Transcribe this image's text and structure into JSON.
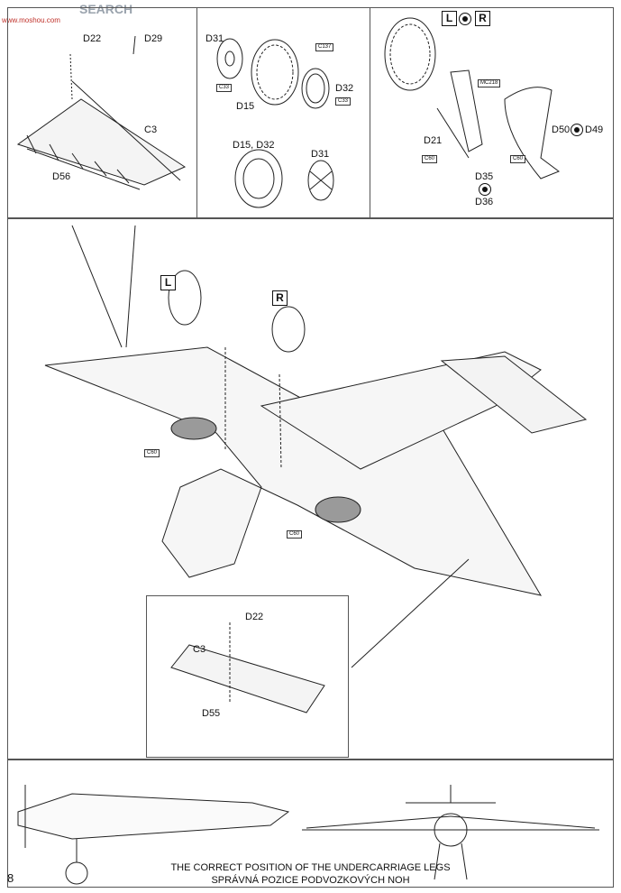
{
  "watermark": {
    "brand": "SEARCH",
    "site": "www.moshou.com"
  },
  "top_left_panel": {
    "parts": [
      "D22",
      "D29",
      "C3",
      "D56"
    ]
  },
  "top_middle_panel": {
    "parts": [
      "D31",
      "D15",
      "D32",
      "D15, D32",
      "D31"
    ],
    "small_labels": [
      "C137",
      "C33",
      "C33"
    ]
  },
  "top_right_panel": {
    "side_left": "L",
    "side_right": "R",
    "parts": [
      "D21",
      "D50",
      "D49",
      "D35",
      "D36"
    ],
    "small_labels": [
      "MC218",
      "C60",
      "C60"
    ]
  },
  "main_view": {
    "side_left": "L",
    "side_right": "R",
    "small_labels": [
      "C60",
      "C60"
    ]
  },
  "bottom_detail": {
    "parts": [
      "D22",
      "C3",
      "D55"
    ]
  },
  "footer": {
    "page_number": "8",
    "title": "THE CORRECT POSITION OF THE UNDERCARRIAGE LEGS",
    "subtitle": "SPRÁVNÁ POZICE PODVOZKOVÝCH NOH"
  },
  "colors": {
    "line": "#222222",
    "fill": "#f2f2f2",
    "shade": "#9a9a9a"
  }
}
